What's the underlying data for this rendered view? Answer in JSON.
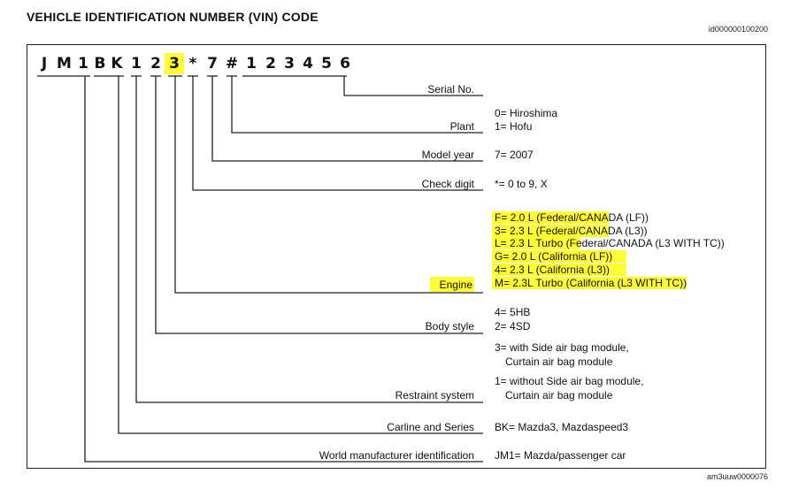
{
  "header": {
    "title": "VEHICLE IDENTIFICATION NUMBER (VIN) CODE",
    "doc_id": "id000000100200"
  },
  "footer": {
    "image_id": "am3uuw0000076"
  },
  "vin": [
    "J",
    "M",
    "1",
    "B",
    "K",
    "1",
    "2",
    "3",
    "*",
    "7",
    "#",
    "1",
    "2",
    "3",
    "4",
    "5",
    "6"
  ],
  "labels": {
    "serial": "Serial No.",
    "plant": "Plant",
    "model_year": "Model year",
    "check_digit": "Check digit",
    "engine": "Engine",
    "body_style": "Body style",
    "restraint": "Restraint system",
    "carline": "Carline and Series",
    "wmi": "World manufacturer identification"
  },
  "options": {
    "plant": [
      "0= Hiroshima",
      "1= Hofu"
    ],
    "model_year": [
      "7= 2007"
    ],
    "check_digit": [
      "*= 0 to 9, X"
    ],
    "engine": [
      "F= 2.0 L (Federal/CANADA (LF))",
      "3= 2.3 L (Federal/CANADA (L3))",
      "L= 2.3 L Turbo (Federal/CANADA (L3 WITH TC))",
      "G= 2.0 L (California (LF))",
      "4= 2.3 L (California (L3))",
      "M= 2.3L Turbo (California (L3 WITH TC))"
    ],
    "body_style": [
      "4= 5HB",
      "2= 4SD"
    ],
    "restraint": [
      "3= with Side air bag module,",
      "Curtain air bag module",
      "1= without Side air bag module,",
      "Curtain air bag module"
    ],
    "carline": [
      "BK= Mazda3, Mazdaspeed3"
    ],
    "wmi": [
      "JM1= Mazda/passenger car"
    ]
  },
  "highlight_color": "#ffff33"
}
